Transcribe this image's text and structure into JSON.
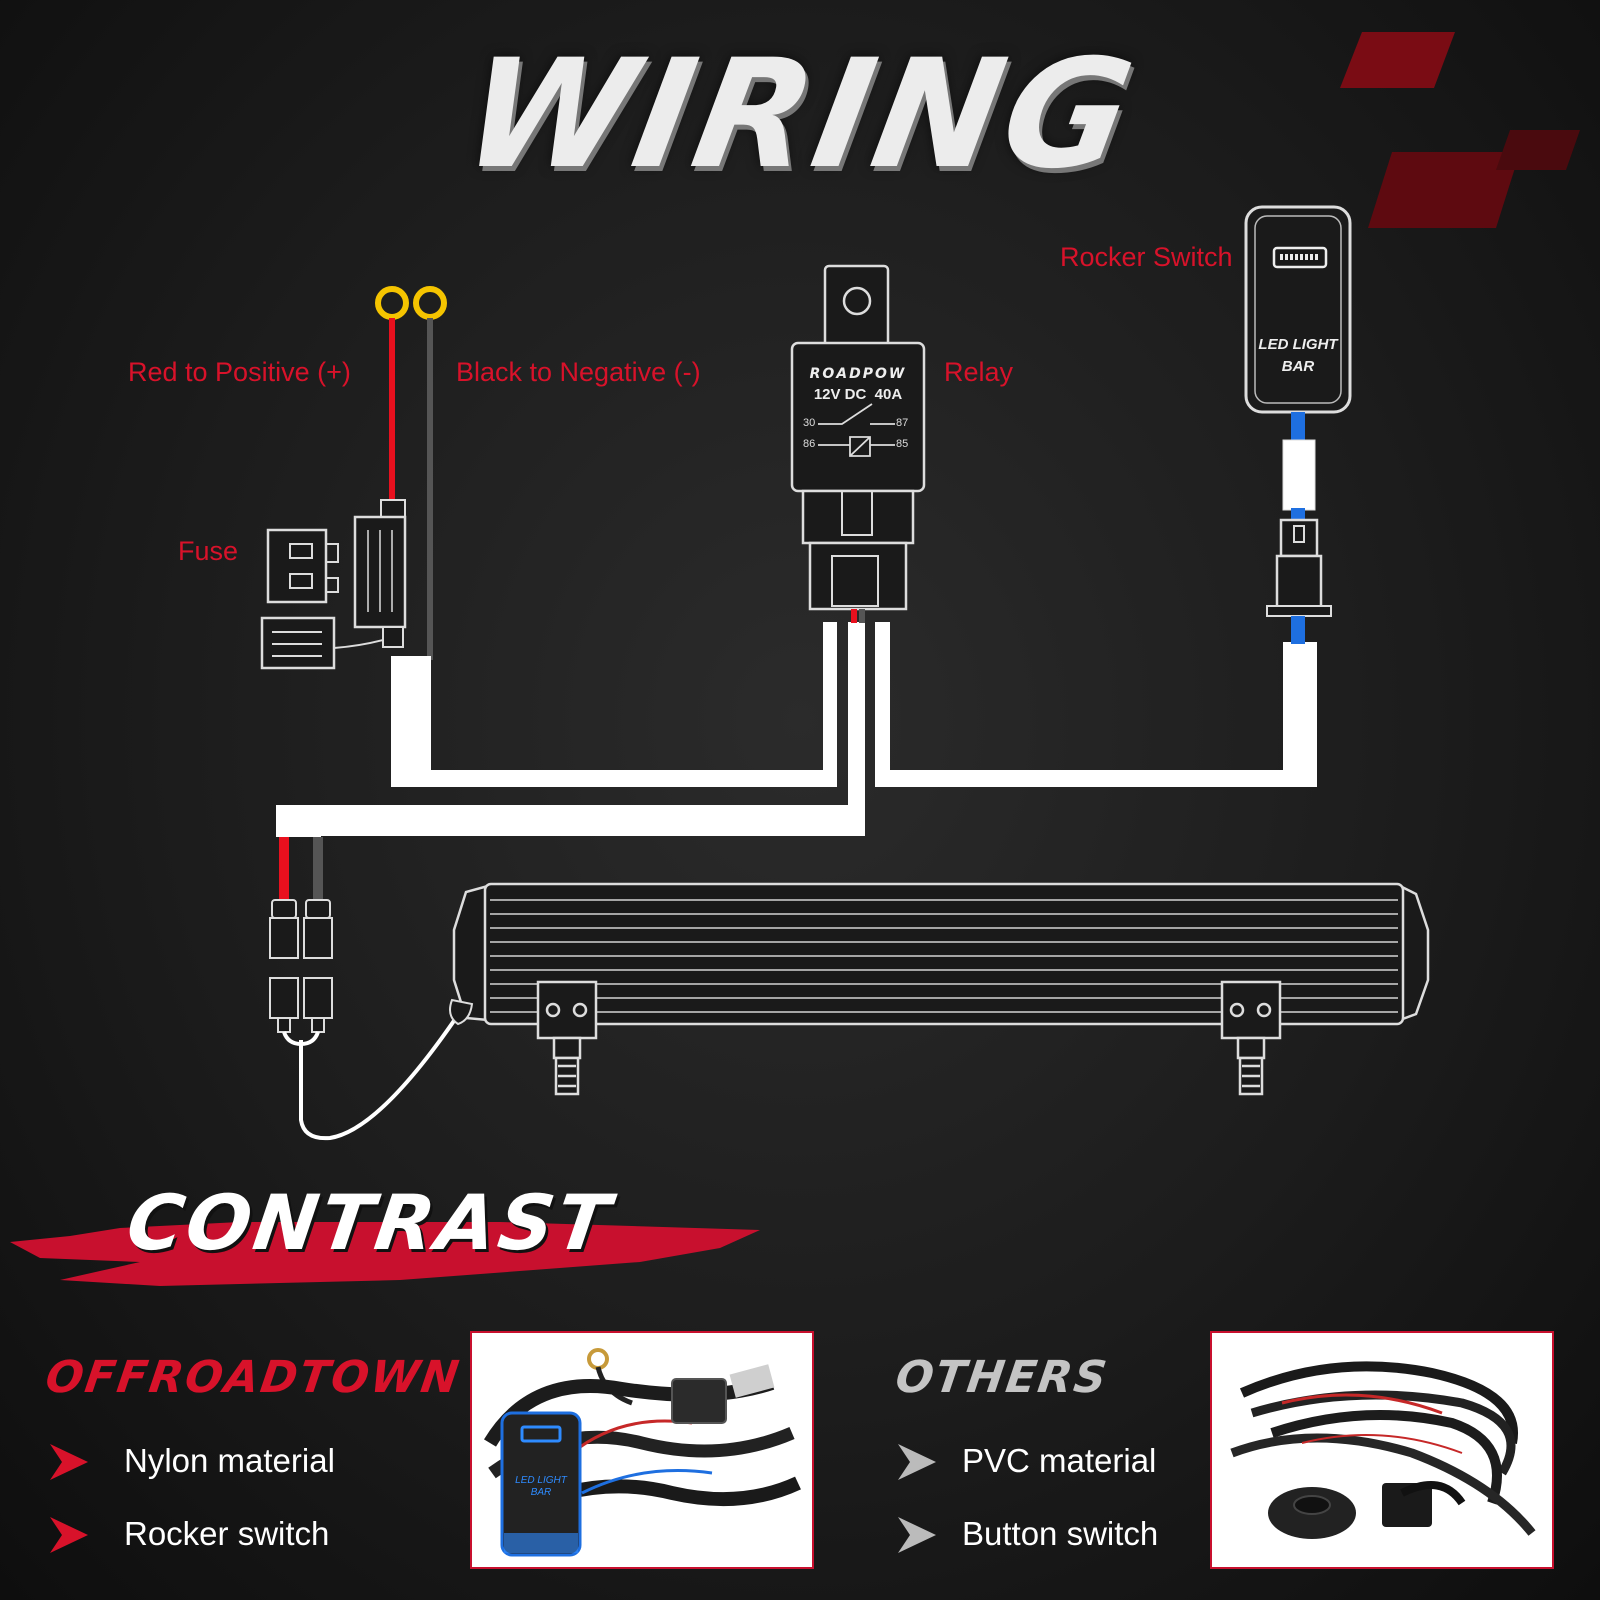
{
  "title": "WIRING",
  "labels": {
    "positive": "Red to Positive (+)",
    "negative": "Black to Negative (-)",
    "fuse": "Fuse",
    "relay": "Relay",
    "rocker_switch": "Rocker Switch"
  },
  "relay": {
    "brand": "ROADPOW",
    "rating": "12V DC  40A",
    "pins": {
      "p30": "30",
      "p87": "87",
      "p86": "86",
      "p85": "85"
    }
  },
  "switch": {
    "line1": "LED LIGHT",
    "line2": "BAR"
  },
  "contrast": {
    "heading": "CONTRAST",
    "ours": {
      "brand": "OFFROADTOWN",
      "features": [
        "Nylon material",
        "Rocker switch"
      ],
      "photo_switch_line1": "LED LIGHT",
      "photo_switch_line2": "BAR"
    },
    "others": {
      "brand": "OTHERS",
      "features": [
        "PVC material",
        "Button switch"
      ]
    }
  },
  "colors": {
    "accent_red": "#d8122a",
    "wire_red": "#e8101e",
    "wire_black": "#555555",
    "wire_blue": "#1e6fe0",
    "terminal_yellow": "#f5c400",
    "harness_white": "#ffffff"
  }
}
